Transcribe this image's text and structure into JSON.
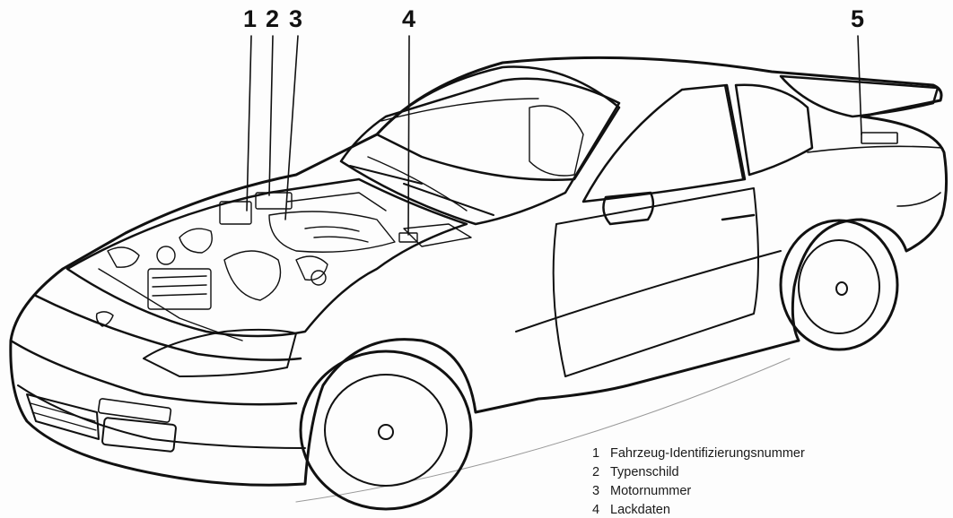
{
  "callouts": {
    "c1": "1",
    "c2": "2",
    "c3": "3",
    "c4": "4",
    "c5": "5"
  },
  "legend": {
    "items": [
      {
        "num": "1",
        "text": "Fahrzeug-Identifizierungsnummer"
      },
      {
        "num": "2",
        "text": "Typenschild"
      },
      {
        "num": "3",
        "text": "Motornummer"
      },
      {
        "num": "4",
        "text": "Lackdaten"
      }
    ]
  },
  "colors": {
    "line": "#111111",
    "paper": "#fdfdfd"
  }
}
